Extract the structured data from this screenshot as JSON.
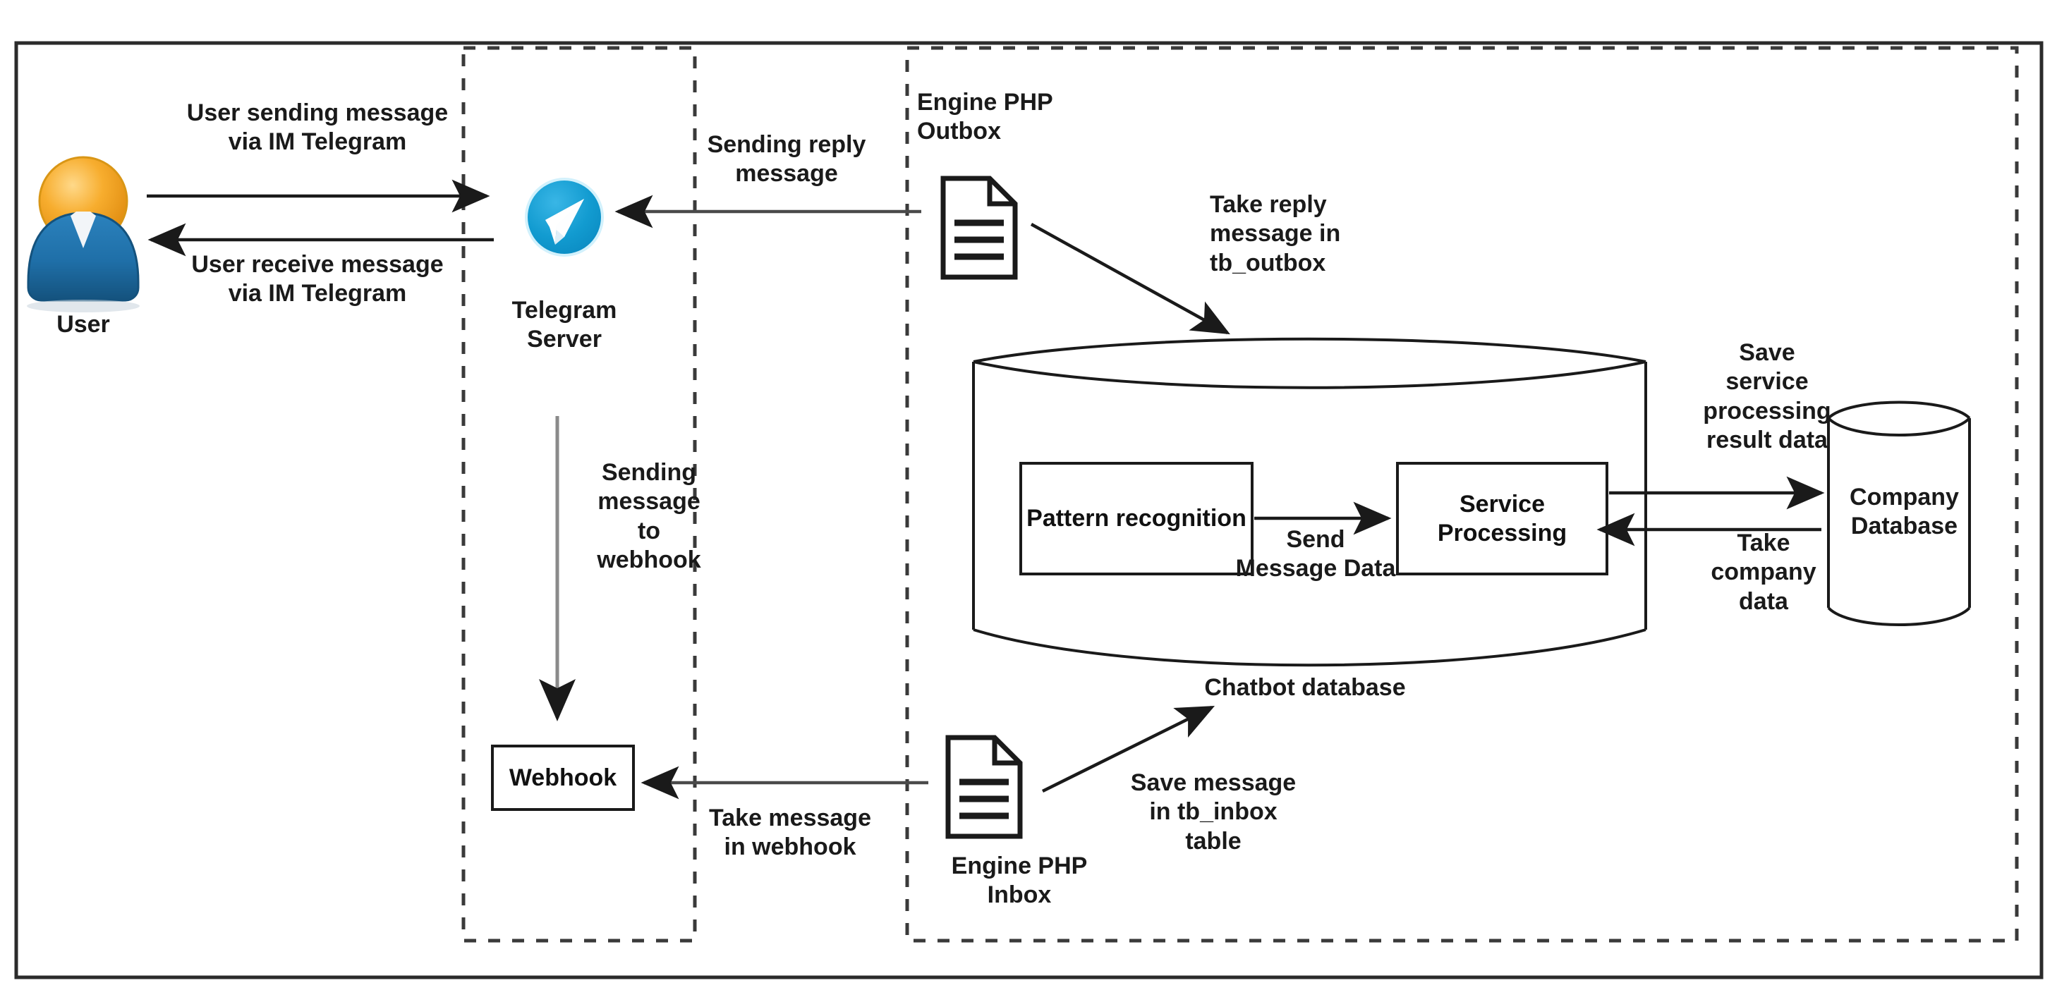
{
  "diagram": {
    "title": "Telegram chatbot architecture flow",
    "colors": {
      "telegram_blue": "#1c9fd4",
      "telegram_blue_dark": "#0d8bc0",
      "user_head_orange": "#f5a623",
      "user_head_orange_light": "#fbd07a",
      "user_body_blue": "#1f6fa8",
      "user_body_blue_dark": "#17557f",
      "stroke": "#1a1a1a",
      "grey_arrow": "#6f6f6f",
      "border": "#2b2b2b",
      "background": "#ffffff"
    }
  },
  "actors": {
    "user": {
      "label": "User",
      "icon": "user-person-icon"
    },
    "telegram_server": {
      "label": "Telegram\nServer",
      "icon": "telegram-paper-plane-icon"
    },
    "engine_php_outbox": {
      "label": "Engine PHP\nOutbox",
      "icon": "document-file-icon"
    },
    "engine_php_inbox": {
      "label": "Engine PHP\nInbox",
      "icon": "document-file-icon"
    },
    "webhook": {
      "label": "Webhook"
    },
    "chatbot_database": {
      "label": "Chatbot database",
      "icon": "database-cylinder-icon"
    },
    "company_database": {
      "label": "Company\nDatabase",
      "icon": "database-cylinder-icon"
    },
    "pattern_recognition": {
      "label": "Pattern\nrecognition"
    },
    "service_processing": {
      "label": "Service\nProcessing"
    }
  },
  "flows": {
    "user_send": "User sending message\nvia IM Telegram",
    "user_receive": "User receive message\nvia IM Telegram",
    "sending_reply": "Sending reply\nmessage",
    "take_reply_outbox": "Take reply\nmessage in\ntb_outbox",
    "sending_to_webhook": "Sending\nmessage\nto\nwebhook",
    "take_message_webhook": "Take message\nin webhook",
    "save_message_inbox": "Save message\nin tb_inbox\ntable",
    "send_message_data": "Send\nMessage Data",
    "save_service_result": "Save\nservice\nprocessing\nresult data",
    "take_company_data": "Take\ncompany\ndata"
  }
}
